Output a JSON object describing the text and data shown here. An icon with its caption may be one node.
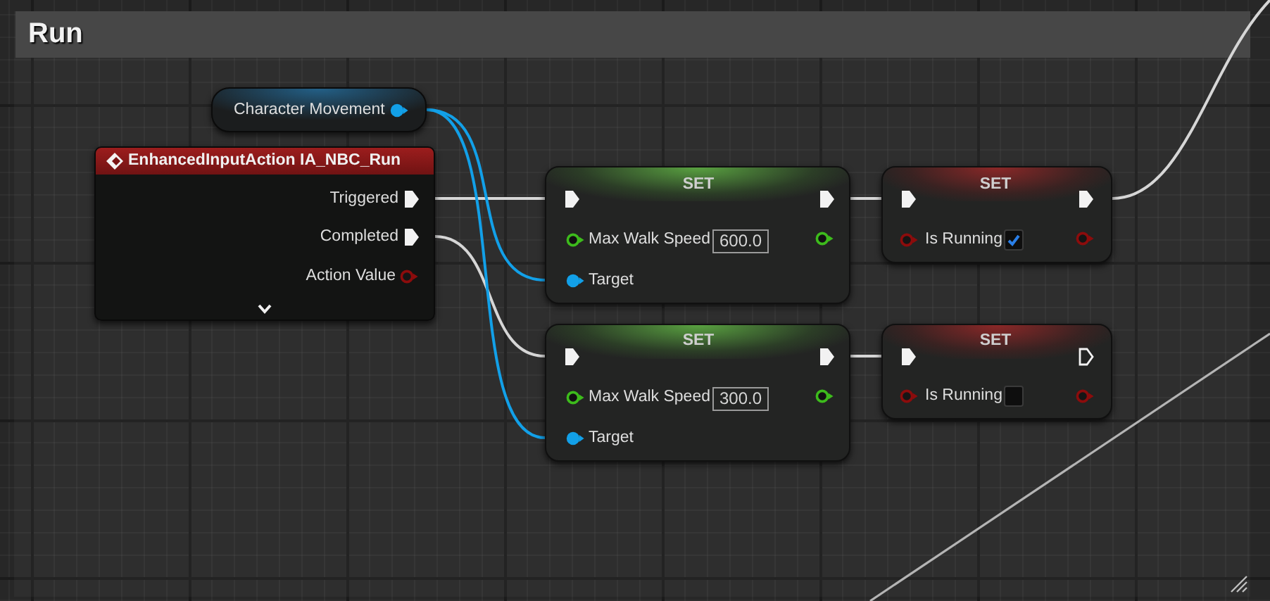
{
  "diagram": {
    "nodes": [
      {
        "text": [
          "Run"
        ]
      },
      {
        "text": [
          "Character Movement"
        ],
        "in": 0
      },
      {
        "text": [
          "EnhancedInputAction IA_NBC_Run",
          "Triggered",
          "Completed",
          "Action Value"
        ],
        "in": 0
      },
      {
        "text": [
          "SET",
          "Max Walk Speed",
          "600.0",
          "Target"
        ],
        "in": 0
      },
      {
        "text": [
          "SET",
          "Is Running"
        ],
        "in": 0
      },
      {
        "text": [
          "SET",
          "Max Walk Speed",
          "300.0",
          "Target"
        ],
        "in": 0
      },
      {
        "text": [
          "SET",
          "Is Running"
        ],
        "in": 0
      }
    ],
    "edges": [
      {
        "from": 2,
        "to": 3,
        "arrow": "none"
      },
      {
        "from": 2,
        "to": 5,
        "arrow": "none"
      },
      {
        "from": 1,
        "to": 3,
        "arrow": "none",
        "color": "#12a0e8"
      },
      {
        "from": 1,
        "to": 5,
        "arrow": "none",
        "color": "#12a0e8"
      },
      {
        "from": 3,
        "to": 4,
        "arrow": "none"
      },
      {
        "from": 5,
        "to": 6,
        "arrow": "none"
      },
      {
        "from": 4,
        "to": null,
        "arrow": "none"
      }
    ]
  }
}
